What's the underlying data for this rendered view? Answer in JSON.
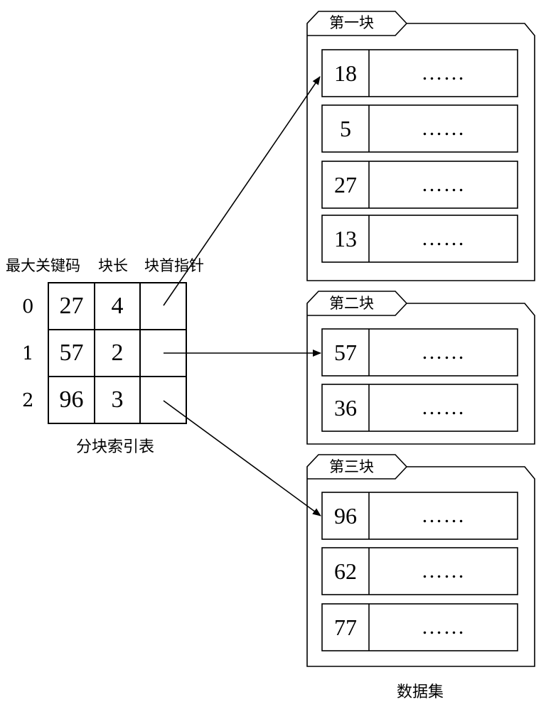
{
  "index_table": {
    "headers": [
      "最大关键码",
      "块长",
      "块首指针"
    ],
    "rows": [
      {
        "index": "0",
        "max_key": "27",
        "length": "4"
      },
      {
        "index": "1",
        "max_key": "57",
        "length": "2"
      },
      {
        "index": "2",
        "max_key": "96",
        "length": "3"
      }
    ],
    "caption": "分块索引表"
  },
  "blocks": [
    {
      "title": "第一块",
      "keys": [
        "18",
        "5",
        "27",
        "13"
      ]
    },
    {
      "title": "第二块",
      "keys": [
        "57",
        "36"
      ]
    },
    {
      "title": "第三块",
      "keys": [
        "96",
        "62",
        "77"
      ]
    }
  ],
  "record_placeholder": "……",
  "dataset_label": "数据集"
}
